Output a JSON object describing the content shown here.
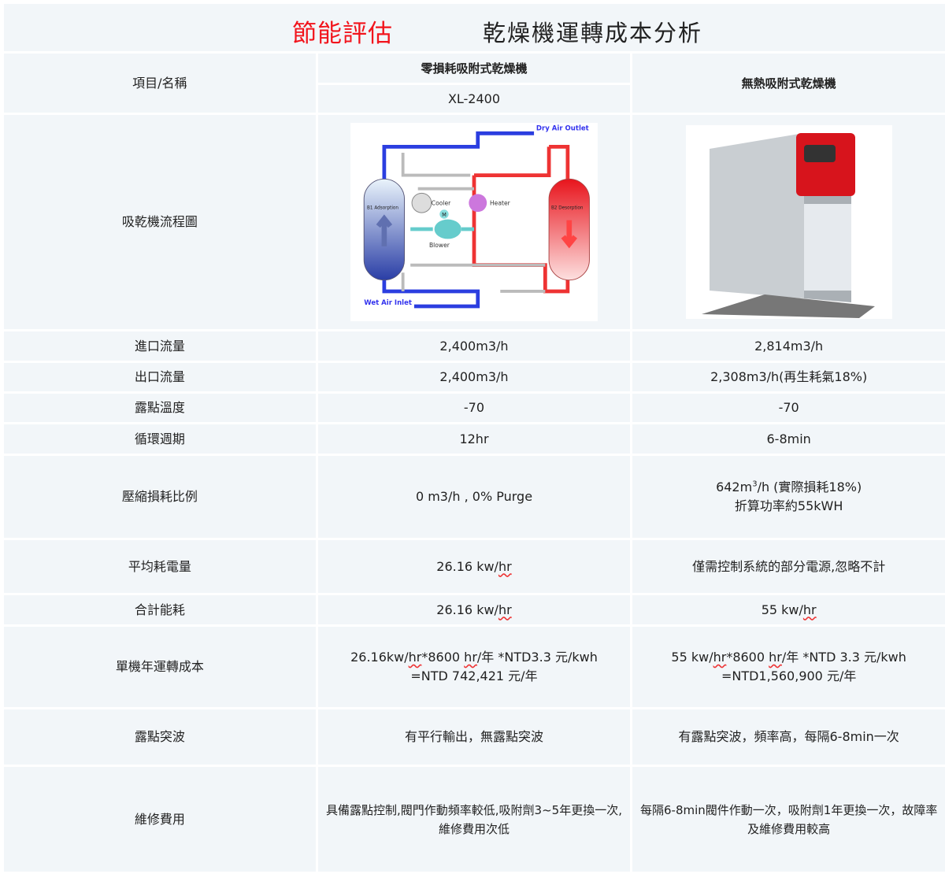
{
  "title": {
    "highlight": "節能評估",
    "main": "乾燥機運轉成本分析"
  },
  "header": {
    "label": "項目/名稱",
    "col1_name": "零損耗吸附式乾燥機",
    "col1_model": "XL-2400",
    "col2_name": "無熱吸附式乾燥機"
  },
  "diagram_row": {
    "label": "吸乾機流程圖",
    "diagram_labels": {
      "outlet": "Dry Air Outlet",
      "inlet": "Wet Air Inlet",
      "b1": "B1 Adsorption",
      "b2": "B2 Desorption",
      "cooler": "Cooler",
      "heater": "Heater",
      "blower": "Blower",
      "motor": "M"
    }
  },
  "rows": [
    {
      "label": "進口流量",
      "col1": "2,400m3/h",
      "col2": "2,814m3/h"
    },
    {
      "label": "出口流量",
      "col1": "2,400m3/h",
      "col2": "2,308m3/h(再生耗氣18%)"
    },
    {
      "label": "露點溫度",
      "col1": "-70",
      "col2": "-70"
    },
    {
      "label": "循環週期",
      "col1": "12hr",
      "col2": "6-8min"
    },
    {
      "label": "壓縮損耗比例",
      "col1": "0 m3/h , 0% Purge",
      "col2a": "642m",
      "col2sup": "3",
      "col2b": "/h (實際損耗18%)",
      "col2line2": "折算功率約55kWH"
    },
    {
      "label": "平均耗電量",
      "col1_num": "26.16 kw/",
      "col1_unit": "hr",
      "col2": "僅需控制系統的部分電源,忽略不計"
    },
    {
      "label": "合計能耗",
      "col1_num": "26.16 kw/",
      "col1_unit": "hr",
      "col2_num": "55 kw/",
      "col2_unit": "hr"
    },
    {
      "label": "單機年運轉成本",
      "col1_a": "26.16kw/",
      "col1_hr1": "hr",
      "col1_b": "*8600 ",
      "col1_hr2": "hr",
      "col1_c": "/年 *NTD3.3 元/kwh",
      "col1_line2": "=NTD 742,421 元/年",
      "col2_a": "55 kw/",
      "col2_hr1": "hr",
      "col2_b": "*8600 ",
      "col2_hr2": "hr",
      "col2_c": "/年 *NTD 3.3 元/kwh",
      "col2_line2": "=NTD1,560,900 元/年"
    },
    {
      "label": "露點突波",
      "col1": "有平行輸出，無露點突波",
      "col2": "有露點突波，頻率高，每隔6-8min一次"
    },
    {
      "label": "維修費用",
      "col1": "具備露點控制,閥門作動頻率較低,吸附劑3~5年更換一次,",
      "col1_line2": "維修費用次低",
      "col2": "每隔6-8min閥件作動一次，吸附劑1年更換一次，故障率",
      "col2_line2": "及維修費用較高"
    }
  ]
}
